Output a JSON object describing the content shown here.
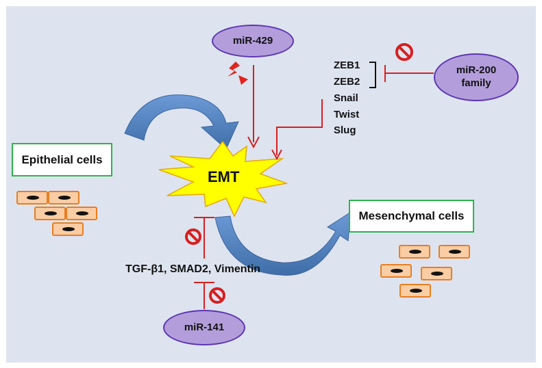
{
  "diagram": {
    "emt": "EMT",
    "epithelial_label": "Epithelial cells",
    "mesenchymal_label": "Mesenchymal cells",
    "mir429": "miR-429",
    "mir200_line1": "miR-200",
    "mir200_line2": "family",
    "mir141": "miR-141",
    "tf_list": [
      "ZEB1",
      "ZEB2",
      "Snail",
      "Twist",
      "Slug"
    ],
    "markers": "TGF-β1, SMAD2, Vimentin"
  },
  "colors": {
    "background": "#dde4f0",
    "arrow_blue": "#4f81bd",
    "inhibition_red": "#d62020",
    "starburst_fill": "#ffff00",
    "mirna_oval": "#b39ddb",
    "box_border": "#2fb34f",
    "cell_fill": "#fbcda4"
  }
}
